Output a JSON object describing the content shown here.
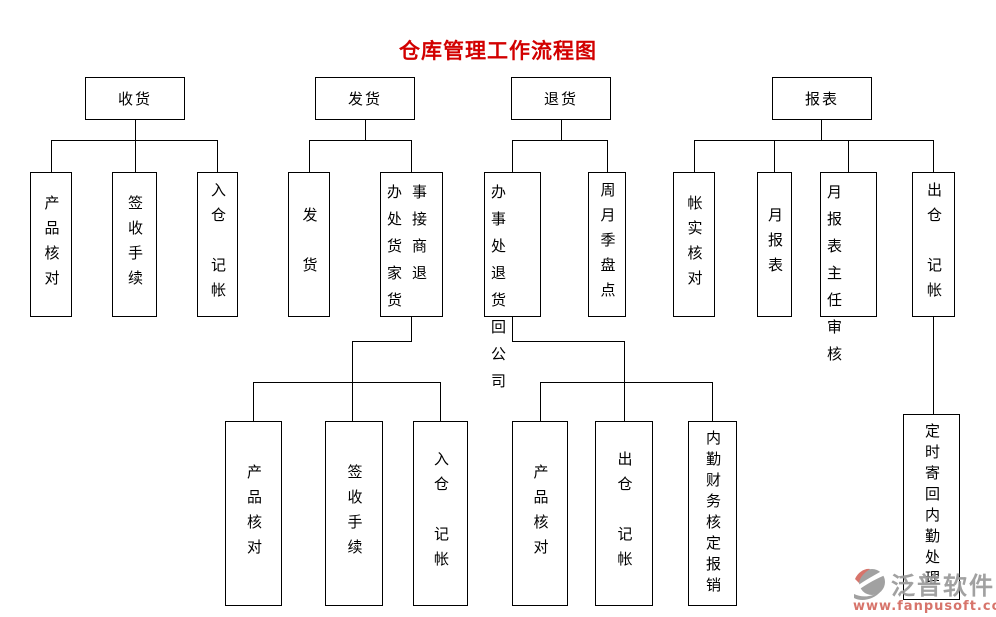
{
  "title": "仓库管理工作流程图",
  "nodes": {
    "shouhuo": "收货",
    "fahuo": "发货",
    "tuihuo": "退货",
    "baobiao": "报表",
    "sh_c1": "产品核对",
    "sh_c2": "签收手续",
    "sh_c3": "入仓　记帐",
    "fh_c1": "发　货",
    "fh_c2": "办事处接货商家退货",
    "th_c1": "办事处退货回公司",
    "th_c2": "周月季盘点",
    "bb_c1": "帐实核对",
    "bb_c2": "月报表",
    "bb_c3": "月报表主任审核",
    "bb_c4": "出仓　记帐",
    "fh_g1": "产品核对",
    "fh_g2": "签收手续",
    "fh_g3": "入仓　记帐",
    "th_g1": "产品核对",
    "th_g2": "出仓　记帐",
    "th_g3": "内勤财务核定报销",
    "bb_g1": "定时寄回内勤处理"
  },
  "watermark": {
    "brand": "泛普软件",
    "url": "www.fanpusoft.com"
  },
  "colors": {
    "title_red": "#d20000",
    "line_black": "#000000",
    "watermark_gray": "#9a9a9a",
    "watermark_red": "#d4695f"
  }
}
